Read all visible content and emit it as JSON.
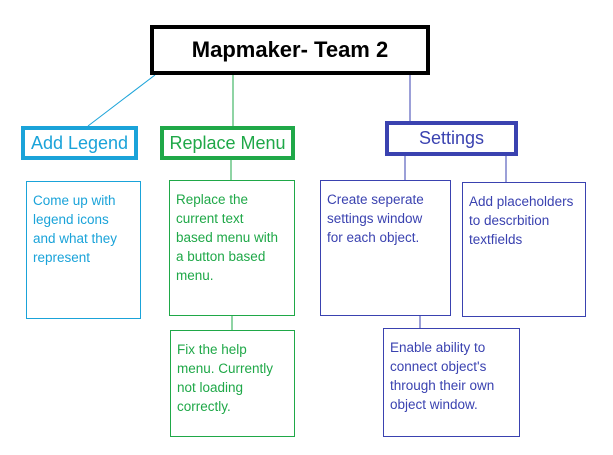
{
  "title": "Mapmaker- Team 2",
  "colors": {
    "title_border": "#000000",
    "legend": "#1aa3d9",
    "menu": "#1fa848",
    "settings": "#3a42b0"
  },
  "columns": {
    "legend": {
      "label": "Add Legend",
      "notes": [
        "Come up with\nlegend icons\nand what they\nrepresent"
      ]
    },
    "menu": {
      "label": "Replace Menu",
      "notes": [
        "Replace the\ncurrent text\nbased menu with\na button based\nmenu.",
        "Fix the help\nmenu. Currently\nnot loading\ncorrectly."
      ]
    },
    "settings": {
      "label": "Settings",
      "notes": [
        "Create seperate\nsettings window\nfor each object.",
        "Add placeholders\nto descrbition\ntextfields",
        "Enable ability to\nconnect object's\nthrough their own\nobject window."
      ]
    }
  }
}
